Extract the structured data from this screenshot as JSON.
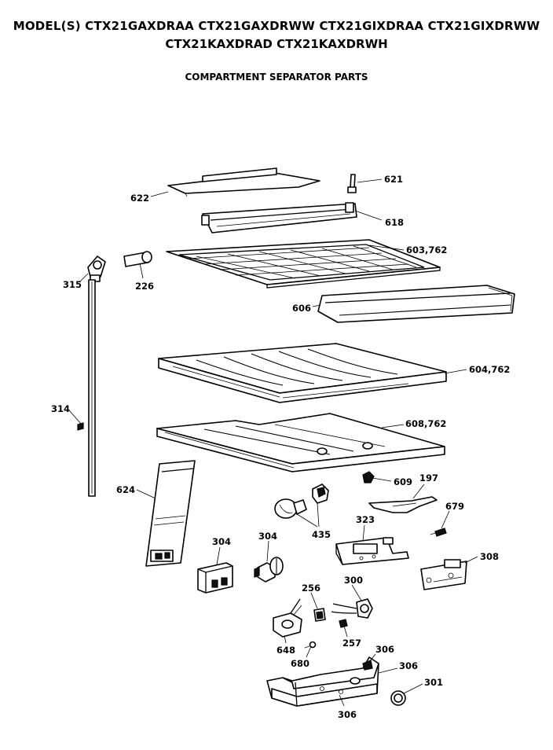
{
  "header": {
    "line1": "MODEL(S) CTX21GAXDRAA  CTX21GAXDRWW  CTX21GIXDRAA  CTX21GIXDRWW",
    "line2": "CTX21KAXDRAD  CTX21KAXDRWH",
    "title": "COMPARTMENT SEPARATOR PARTS"
  },
  "callouts": {
    "c621": "621",
    "c622": "622",
    "c618": "618",
    "c603": "603,762",
    "c315": "315",
    "c226": "226",
    "c606": "606",
    "c604": "604,762",
    "c314": "314",
    "c608": "608,762",
    "c609": "609",
    "c197": "197",
    "c624": "624",
    "c679": "679",
    "c323": "323",
    "c304a": "304",
    "c304b": "304",
    "c435": "435",
    "c308": "308",
    "c256": "256",
    "c300": "300",
    "c257": "257",
    "c648": "648",
    "c680": "680",
    "c306a": "306",
    "c306b": "306",
    "c301": "301",
    "c306c": "306"
  }
}
